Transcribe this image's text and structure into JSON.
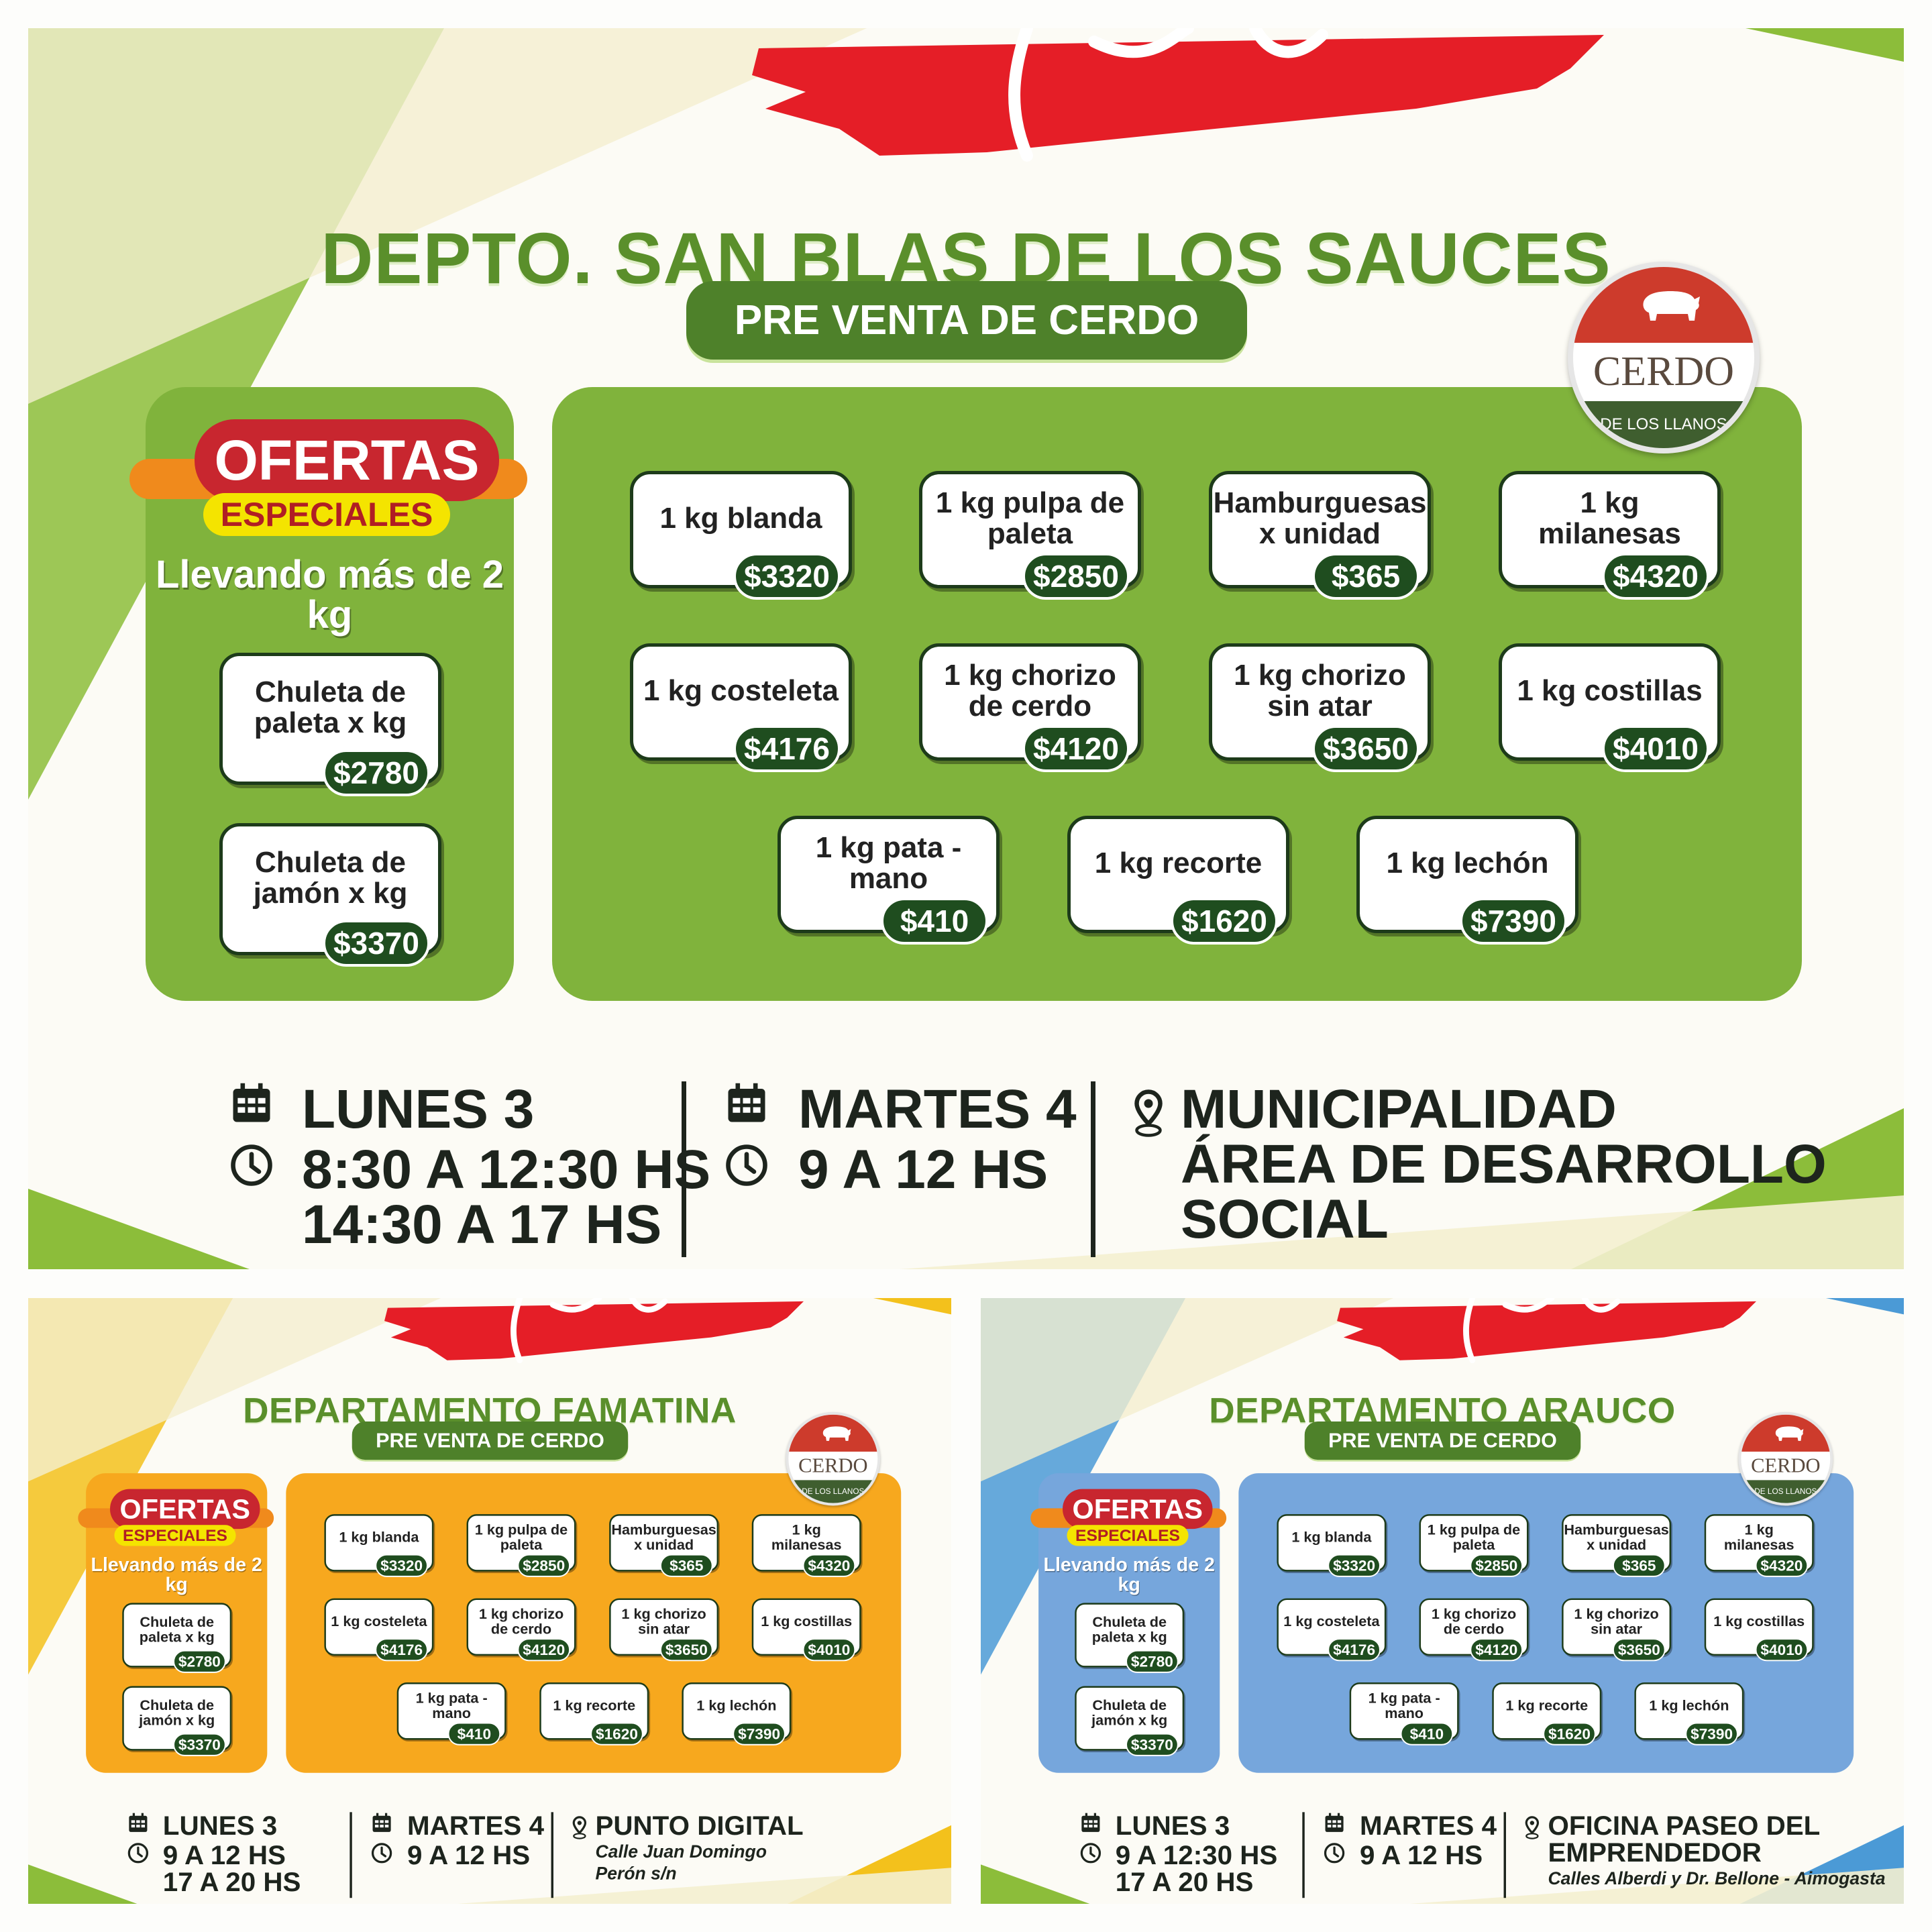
{
  "flyers": [
    {
      "title": "DEPTO. SAN BLAS DE LOS SAUCES",
      "subtitle": "PRE VENTA DE CERDO",
      "logo": {
        "name": "CERDO",
        "tagline": "DE LOS LLANOS"
      },
      "accent": "#8cbd3a",
      "box_color": "#80b33c",
      "offers": {
        "title": "OFERTAS",
        "subtitle": "ESPECIALES",
        "condition": "Llevando más de 2 kg",
        "items": [
          {
            "name": "Chuleta de paleta x kg",
            "price": "$2780"
          },
          {
            "name": "Chuleta de jamón x kg",
            "price": "$3370"
          }
        ]
      },
      "products": [
        {
          "name": "1 kg blanda",
          "price": "$3320"
        },
        {
          "name": "1 kg pulpa de paleta",
          "price": "$2850"
        },
        {
          "name": "Hamburguesas x unidad",
          "price": "$365"
        },
        {
          "name": "1 kg milanesas",
          "price": "$4320"
        },
        {
          "name": "1 kg costeleta",
          "price": "$4176"
        },
        {
          "name": "1 kg chorizo de cerdo",
          "price": "$4120"
        },
        {
          "name": "1 kg chorizo sin atar",
          "price": "$3650"
        },
        {
          "name": "1 kg costillas",
          "price": "$4010"
        },
        {
          "name": "1 kg pata - mano",
          "price": "$410"
        },
        {
          "name": "1 kg recorte",
          "price": "$1620"
        },
        {
          "name": "1 kg lechón",
          "price": "$7390"
        }
      ],
      "day1": {
        "label": "LUNES 3",
        "times": [
          "8:30 A 12:30 HS",
          "14:30 A 17 HS"
        ]
      },
      "day2": {
        "label": "MARTES 4",
        "times": [
          "9 A 12 HS"
        ]
      },
      "location": {
        "title_lines": [
          "MUNICIPALIDAD",
          "ÁREA DE DESARROLLO",
          "SOCIAL"
        ],
        "address_lines": []
      }
    },
    {
      "title": "DEPARTAMENTO FAMATINA",
      "subtitle": "PRE VENTA DE CERDO",
      "logo": {
        "name": "CERDO",
        "tagline": "DE LOS LLANOS"
      },
      "accent": "#f3c11c",
      "box_color": "#f7a81e",
      "offers": {
        "title": "OFERTAS",
        "subtitle": "ESPECIALES",
        "condition": "Llevando más de 2 kg",
        "items": [
          {
            "name": "Chuleta de paleta x kg",
            "price": "$2780"
          },
          {
            "name": "Chuleta de jamón x kg",
            "price": "$3370"
          }
        ]
      },
      "products": [
        {
          "name": "1 kg blanda",
          "price": "$3320"
        },
        {
          "name": "1 kg pulpa de paleta",
          "price": "$2850"
        },
        {
          "name": "Hamburguesas x unidad",
          "price": "$365"
        },
        {
          "name": "1 kg milanesas",
          "price": "$4320"
        },
        {
          "name": "1 kg costeleta",
          "price": "$4176"
        },
        {
          "name": "1 kg chorizo de cerdo",
          "price": "$4120"
        },
        {
          "name": "1 kg chorizo sin atar",
          "price": "$3650"
        },
        {
          "name": "1 kg costillas",
          "price": "$4010"
        },
        {
          "name": "1 kg pata - mano",
          "price": "$410"
        },
        {
          "name": "1 kg recorte",
          "price": "$1620"
        },
        {
          "name": "1 kg lechón",
          "price": "$7390"
        }
      ],
      "day1": {
        "label": "LUNES 3",
        "times": [
          "9 A 12 HS",
          "17 A 20 HS"
        ]
      },
      "day2": {
        "label": "MARTES 4",
        "times": [
          "9 A 12 HS"
        ]
      },
      "location": {
        "title_lines": [
          "PUNTO DIGITAL"
        ],
        "address_lines": [
          "Calle Juan Domingo",
          "Perón s/n"
        ]
      }
    },
    {
      "title": "DEPARTAMENTO ARAUCO",
      "subtitle": "PRE VENTA DE CERDO",
      "logo": {
        "name": "CERDO",
        "tagline": "DE LOS LLANOS"
      },
      "accent": "#4b9ad6",
      "box_color": "#76a6dc",
      "offers": {
        "title": "OFERTAS",
        "subtitle": "ESPECIALES",
        "condition": "Llevando más de 2 kg",
        "items": [
          {
            "name": "Chuleta de paleta x kg",
            "price": "$2780"
          },
          {
            "name": "Chuleta de jamón x kg",
            "price": "$3370"
          }
        ]
      },
      "products": [
        {
          "name": "1 kg blanda",
          "price": "$3320"
        },
        {
          "name": "1 kg pulpa de paleta",
          "price": "$2850"
        },
        {
          "name": "Hamburguesas x unidad",
          "price": "$365"
        },
        {
          "name": "1 kg milanesas",
          "price": "$4320"
        },
        {
          "name": "1 kg costeleta",
          "price": "$4176"
        },
        {
          "name": "1 kg chorizo de cerdo",
          "price": "$4120"
        },
        {
          "name": "1 kg chorizo sin atar",
          "price": "$3650"
        },
        {
          "name": "1 kg costillas",
          "price": "$4010"
        },
        {
          "name": "1 kg pata - mano",
          "price": "$410"
        },
        {
          "name": "1 kg recorte",
          "price": "$1620"
        },
        {
          "name": "1 kg lechón",
          "price": "$7390"
        }
      ],
      "day1": {
        "label": "LUNES 3",
        "times": [
          "9 A 12:30 HS",
          "17 A 20 HS"
        ]
      },
      "day2": {
        "label": "MARTES 4",
        "times": [
          "9 A 12 HS"
        ]
      },
      "location": {
        "title_lines": [
          "OFICINA PASEO DEL",
          "EMPRENDEDOR"
        ],
        "address_lines": [
          "Calles  Alberdi y Dr. Bellone - Aimogasta"
        ]
      }
    }
  ]
}
